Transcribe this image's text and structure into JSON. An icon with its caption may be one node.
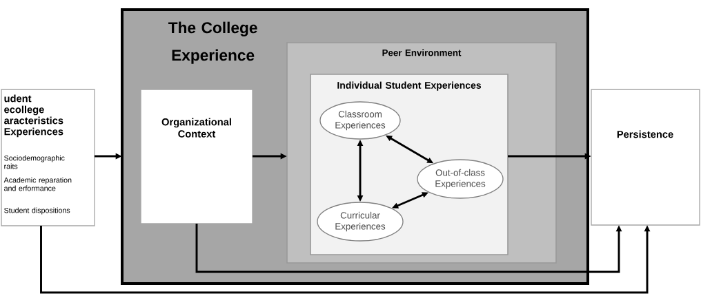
{
  "diagram": {
    "nodes": [
      {
        "text": [
          "udent ecollege aracteristics Experiences",
          "Sociodemographic raits",
          "Academic reparation and erformance",
          "Student dispositions"
        ]
      },
      {
        "text": [
          "The College Experience"
        ]
      },
      {
        "text": [
          "Organizational Context"
        ],
        "in": 1
      },
      {
        "text": [
          "Peer Environment"
        ],
        "in": 1
      },
      {
        "text": [
          "Individual Student Experiences"
        ],
        "in": 3
      },
      {
        "text": [
          "Classroom Experiences"
        ],
        "in": 4
      },
      {
        "text": [
          "Out-of-class Experiences"
        ],
        "in": 4
      },
      {
        "text": [
          "Curricular Experiences"
        ],
        "in": 4
      },
      {
        "text": [
          "Persistence"
        ]
      }
    ],
    "edges": [
      {
        "from": 0,
        "to": 1,
        "arrow": "to"
      },
      {
        "from": 2,
        "to": 3,
        "arrow": "to"
      },
      {
        "from": 5,
        "to": 6,
        "arrow": "both"
      },
      {
        "from": 5,
        "to": 7,
        "arrow": "both"
      },
      {
        "from": 7,
        "to": 6,
        "arrow": "both"
      },
      {
        "from": 4,
        "to": 8,
        "arrow": "to"
      },
      {
        "from": 2,
        "to": 8,
        "arrow": "to"
      },
      {
        "from": 0,
        "to": 8,
        "arrow": "to"
      }
    ]
  }
}
